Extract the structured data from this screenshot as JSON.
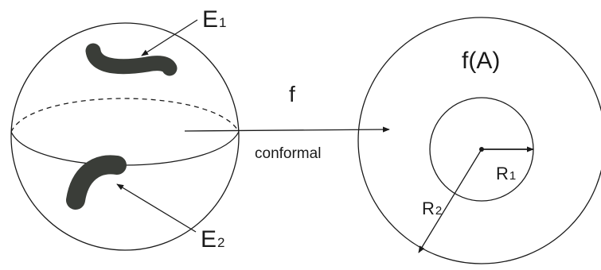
{
  "diagram": {
    "left": {
      "e1": {
        "main": "E",
        "sub": "1"
      },
      "e2": {
        "main": "E",
        "sub": "2"
      }
    },
    "map": {
      "name": "f",
      "property": "conformal"
    },
    "right": {
      "image_label": "f(A)",
      "r1": {
        "main": "R",
        "sub": "1"
      },
      "r2": {
        "main": "R",
        "sub": "2"
      }
    },
    "colors": {
      "line": "#1a1a1a",
      "blob": "#3a3d38"
    }
  }
}
